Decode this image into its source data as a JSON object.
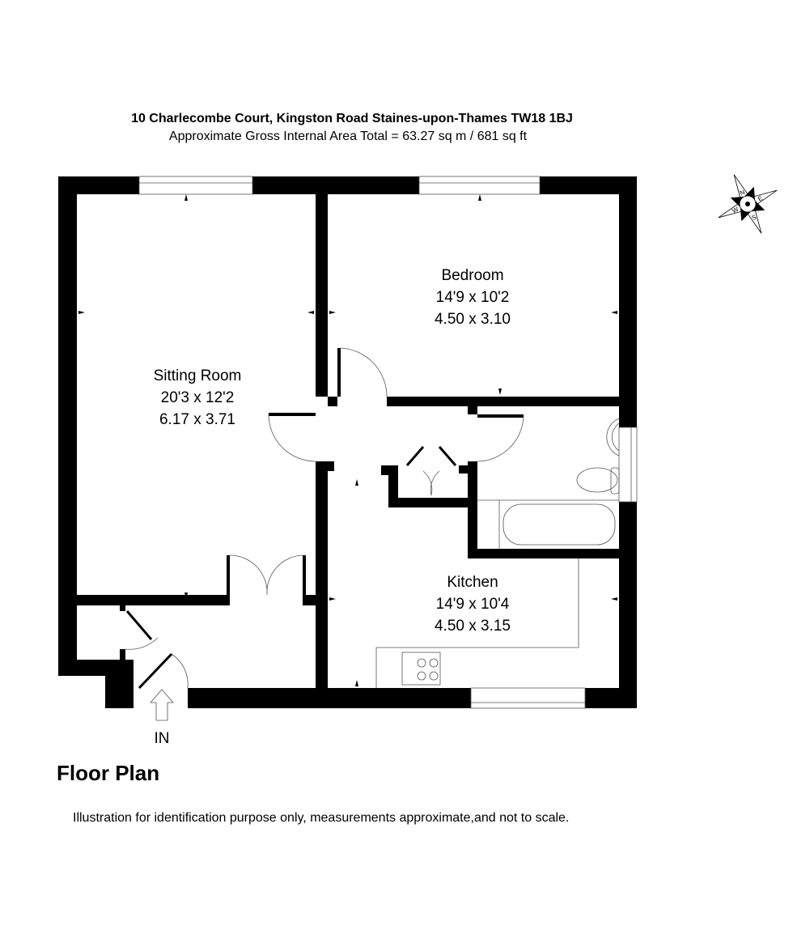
{
  "header": {
    "title": "10 Charlecombe Court, Kingston Road Staines-upon-Thames TW18 1BJ",
    "subtitle": "Approximate Gross Internal Area Total = 63.27 sq m / 681 sq ft"
  },
  "rooms": [
    {
      "name": "Sitting Room",
      "imperial": "20'3 x 12'2",
      "metric": "6.17 x 3.71"
    },
    {
      "name": "Bedroom",
      "imperial": "14'9 x 10'2",
      "metric": "4.50 x 3.10"
    },
    {
      "name": "Kitchen",
      "imperial": "14'9 x 10'4",
      "metric": "4.50 x 3.15"
    }
  ],
  "entrance_label": "IN",
  "compass": {
    "labels": [
      "N",
      "E",
      "S",
      "W"
    ],
    "icon": "compass-rose-icon"
  },
  "plan_label": "Floor Plan",
  "disclaimer": "Illustration for identification purpose only, measurements approximate,and not to scale."
}
